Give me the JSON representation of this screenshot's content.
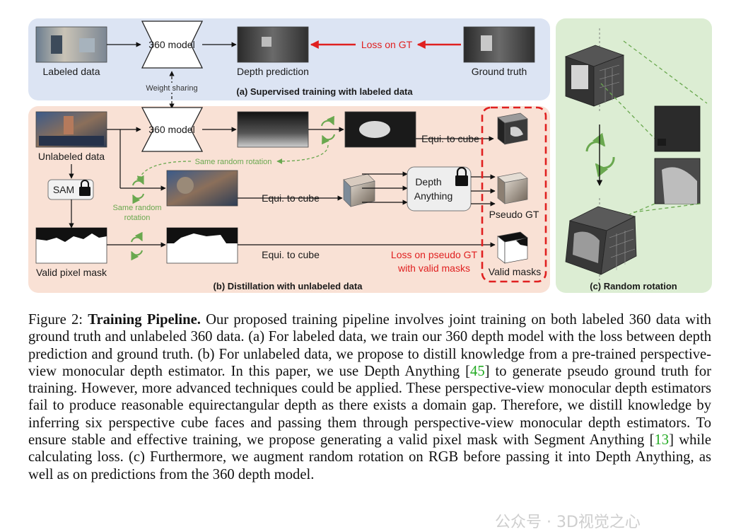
{
  "diagram": {
    "panel_a": {
      "title": "(a) Supervised training with labeled data",
      "labeled_data": "Labeled data",
      "model": "360 model",
      "depth_prediction": "Depth prediction",
      "loss": "Loss on GT",
      "ground_truth": "Ground truth",
      "weight_sharing": "Weight sharing"
    },
    "panel_b": {
      "title": "(b) Distillation with unlabeled data",
      "unlabeled_data": "Unlabeled data",
      "model": "360 model",
      "sam": "SAM",
      "same_random_rotation_1": "Same random rotation",
      "same_random_rotation_2a": "Same random",
      "same_random_rotation_2b": "rotation",
      "equi_to_cube_1": "Equi. to cube",
      "equi_to_cube_2": "Equi. to cube",
      "equi_to_cube_3": "Equi. to cube",
      "depth_anything_1": "Depth",
      "depth_anything_2": "Anything",
      "pseudo_gt": "Pseudo GT",
      "valid_pixel_mask": "Valid pixel mask",
      "loss_pseudo_1": "Loss on pseudo GT",
      "loss_pseudo_2": "with valid masks",
      "valid_masks": "Valid masks"
    },
    "panel_c": {
      "title": "(c) Random rotation"
    }
  },
  "caption": {
    "prefix": "Figure 2: ",
    "title": "Training Pipeline.",
    "part1": " Our proposed training pipeline involves joint training on both labeled 360 data with ground truth and unlabeled 360 data. (a) For labeled data, we train our 360 depth model with the loss between depth prediction and ground truth. (b) For unlabeled data, we propose to distill knowledge from a pre-trained perspective-view monocular depth estimator. In this paper, we use Depth Anything [",
    "cite1": "45",
    "part2": "] to generate pseudo ground truth for training. However, more advanced techniques could be applied. These perspective-view monocular depth estimators fail to produce reasonable equirectangular depth as there exists a domain gap. Therefore, we distill knowledge by inferring six perspective cube faces and passing them through perspective-view monocular depth estimators. To ensure stable and effective training, we propose generating a valid pixel mask with Segment Anything [",
    "cite2": "13",
    "part3": "] while calculating loss. (c) Furthermore, we augment random rotation on RGB before passing it into Depth Anything, as well as on predictions from the 360 depth model."
  },
  "watermark": "公众号 · 3D视觉之心",
  "colors": {
    "panel_a_bg": "#dce4f3",
    "panel_b_bg": "#f9e1d5",
    "panel_c_bg": "#dcedd3",
    "loss_red": "#e02020",
    "rotation_green": "#6aa84f",
    "citation_green": "#22aa22"
  }
}
